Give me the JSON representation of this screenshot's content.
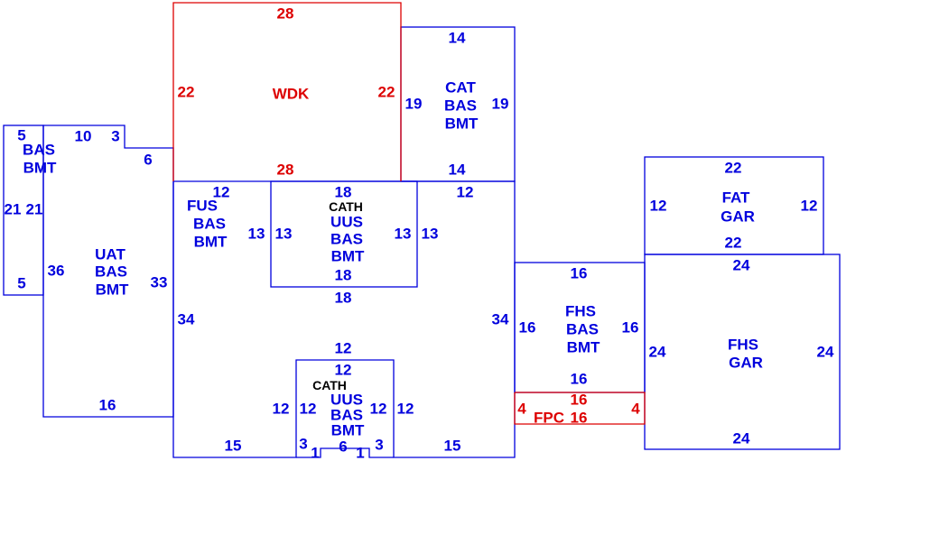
{
  "colors": {
    "living": "#0000dd",
    "outdoor": "#dd0000",
    "note": "#000000"
  },
  "areas": [
    {
      "id": "left-bas",
      "labels": [
        "BAS",
        "BMT"
      ],
      "dimensions": [
        "5",
        "21",
        "5"
      ]
    },
    {
      "id": "uat",
      "labels": [
        "UAT",
        "BAS",
        "BMT"
      ],
      "dimensions": [
        "10",
        "3",
        "6",
        "21",
        "36",
        "33",
        "16"
      ]
    },
    {
      "id": "wdk",
      "labels": [
        "WDK"
      ],
      "dimensions": [
        "28",
        "22",
        "22",
        "28"
      ]
    },
    {
      "id": "cat",
      "labels": [
        "CAT",
        "BAS",
        "BMT"
      ],
      "dimensions": [
        "14",
        "19",
        "19",
        "14"
      ]
    },
    {
      "id": "fus",
      "labels": [
        "FUS",
        "BAS",
        "BMT"
      ],
      "dimensions": [
        "12",
        "13",
        "12",
        "34",
        "34",
        "15",
        "15"
      ]
    },
    {
      "id": "uus-top",
      "labels": [
        "CATH",
        "UUS",
        "BAS",
        "BMT"
      ],
      "dimensions": [
        "18",
        "13",
        "13",
        "18",
        "18",
        "13"
      ]
    },
    {
      "id": "uus-bottom",
      "labels": [
        "CATH",
        "UUS",
        "BAS",
        "BMT"
      ],
      "dimensions": [
        "12",
        "12",
        "12",
        "12",
        "12",
        "12",
        "6",
        "3",
        "3",
        "1",
        "1"
      ]
    },
    {
      "id": "fhs",
      "labels": [
        "FHS",
        "BAS",
        "BMT"
      ],
      "dimensions": [
        "16",
        "16",
        "16",
        "16"
      ]
    },
    {
      "id": "fpc",
      "labels": [
        "FPC"
      ],
      "dimensions": [
        "4",
        "16",
        "16",
        "4"
      ]
    },
    {
      "id": "fat",
      "labels": [
        "FAT",
        "GAR"
      ],
      "dimensions": [
        "22",
        "12",
        "12",
        "22"
      ]
    },
    {
      "id": "fhs-gar",
      "labels": [
        "FHS",
        "GAR"
      ],
      "dimensions": [
        "24",
        "24",
        "24",
        "24"
      ]
    }
  ]
}
